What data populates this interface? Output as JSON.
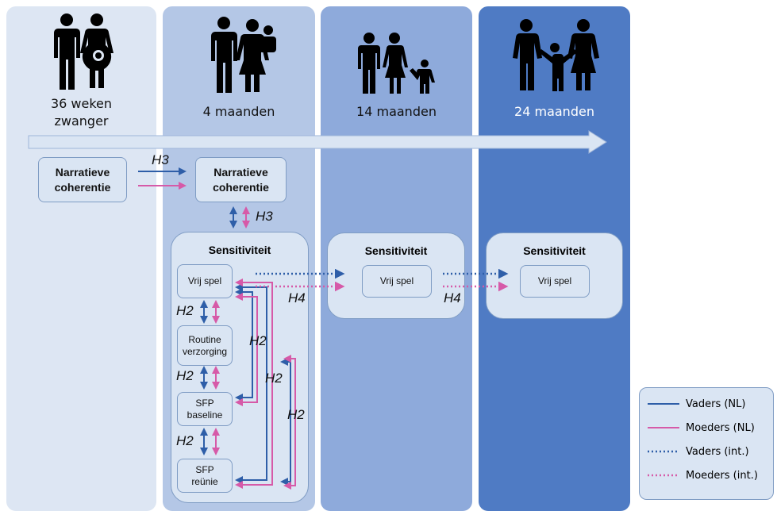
{
  "colors": {
    "col1": "#dde6f3",
    "col2": "#b4c7e6",
    "col3": "#8eaadb",
    "col4": "#4f7bc4",
    "vaders": "#2e5ea8",
    "moeders": "#d65aa8",
    "icon": "#000000"
  },
  "timepoints": {
    "t1": {
      "line1": "36 weken",
      "line2": "zwanger",
      "icon": "pregnant-couple-icon"
    },
    "t2": {
      "label": "4 maanden",
      "icon": "parents-with-baby-icon"
    },
    "t3": {
      "label": "14 maanden",
      "icon": "parents-with-toddler-icon"
    },
    "t4": {
      "label": "24 maanden",
      "icon": "parents-holding-child-icon"
    }
  },
  "boxes": {
    "narrative_prenatal": {
      "line1": "Narratieve",
      "line2": "coherentie"
    },
    "narrative_4m": {
      "line1": "Narratieve",
      "line2": "coherentie"
    },
    "sensitivity_4m": {
      "title": "Sensitiviteit",
      "free_play": "Vrij spel",
      "routine_line1": "Routine",
      "routine_line2": "verzorging",
      "sfp_baseline_line1": "SFP",
      "sfp_baseline_line2": "baseline",
      "sfp_reunion_line1": "SFP",
      "sfp_reunion_line2": "reünie"
    },
    "sensitivity_14m": {
      "title": "Sensitiviteit",
      "free_play": "Vrij spel"
    },
    "sensitivity_24m": {
      "title": "Sensitiviteit",
      "free_play": "Vrij spel"
    }
  },
  "hypotheses": {
    "h3_top": "H3",
    "h3_vertical": "H3",
    "h2_a": "H2",
    "h2_b": "H2",
    "h2_c": "H2",
    "h2_long1": "H2",
    "h2_long2": "H2",
    "h2_long3": "H2",
    "h4_a": "H4",
    "h4_b": "H4"
  },
  "legend": {
    "items": [
      {
        "label": "Vaders (NL)",
        "style": "solid",
        "color": "#2e5ea8"
      },
      {
        "label": "Moeders (NL)",
        "style": "solid",
        "color": "#d65aa8"
      },
      {
        "label": "Vaders (int.)",
        "style": "dotted",
        "color": "#2e5ea8"
      },
      {
        "label": "Moeders (int.)",
        "style": "dotted",
        "color": "#d65aa8"
      }
    ]
  }
}
